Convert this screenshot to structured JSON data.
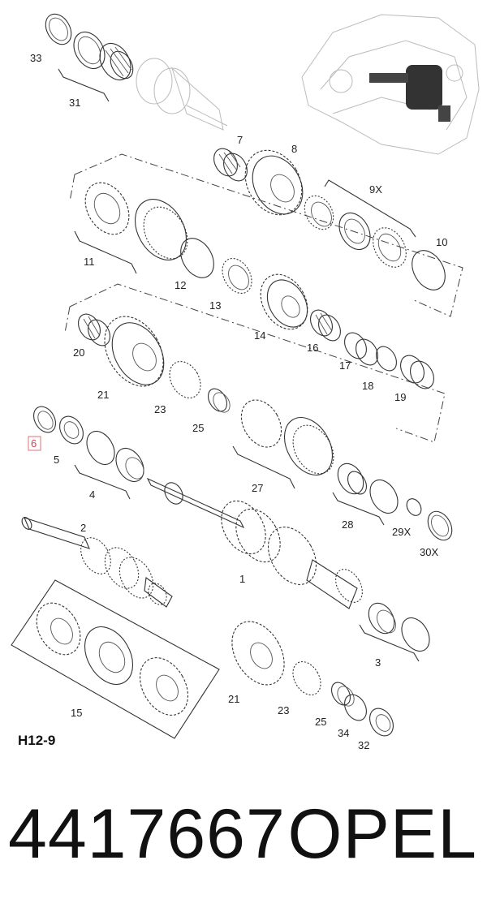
{
  "callouts": {
    "c33": "33",
    "c31": "31",
    "c7": "7",
    "c8": "8",
    "c9x": "9X",
    "c10": "10",
    "c11": "11",
    "c12": "12",
    "c13": "13",
    "c14": "14",
    "c16": "16",
    "c17": "17",
    "c18": "18",
    "c19": "19",
    "c20": "20",
    "c21a": "21",
    "c23a": "23",
    "c25a": "25",
    "c6": "6",
    "c5": "5",
    "c4": "4",
    "c27": "27",
    "c28": "28",
    "c29x": "29X",
    "c30x": "30X",
    "c2": "2",
    "c1": "1",
    "c3": "3",
    "c15": "15",
    "c21b": "21",
    "c23b": "23",
    "c25b": "25",
    "c34": "34",
    "c32": "32"
  },
  "diagram_code": "H12-9",
  "part_number": "4417667",
  "brand": "OPEL",
  "highlight_color": "#e0707a"
}
